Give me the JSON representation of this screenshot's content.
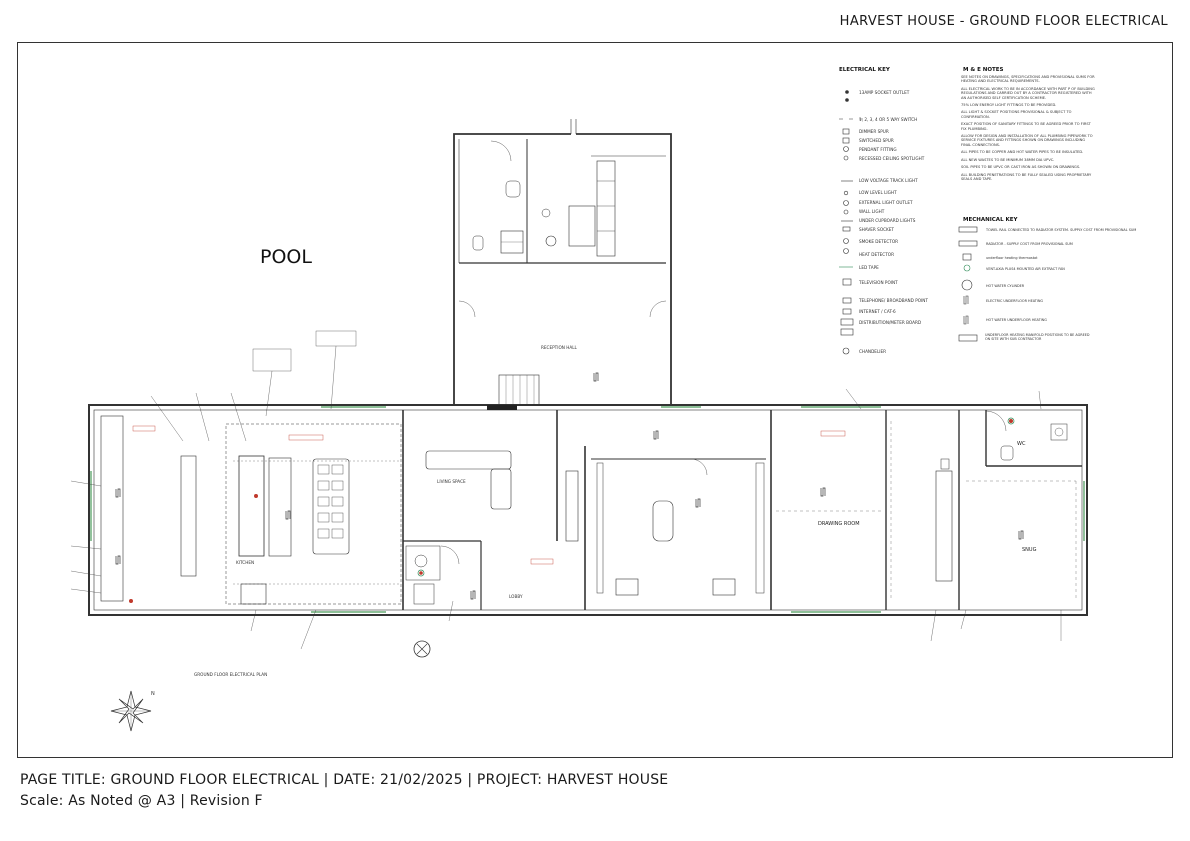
{
  "sheet": {
    "title": "HARVEST HOUSE - GROUND FLOOR ELECTRICAL",
    "footer_line1": "PAGE TITLE: GROUND FLOOR ELECTRICAL | DATE: 21/02/2025 | PROJECT: HARVEST HOUSE",
    "footer_line2": "Scale: As Noted @ A3 | Revision F"
  },
  "plan": {
    "pool_label": "POOL",
    "rooms": {
      "reception_hall": "RECEPTION HALL",
      "kitchen": "KITCHEN",
      "living_space": "LIVING SPACE",
      "drawing_room": "DRAWING ROOM",
      "snug": "SNUG",
      "wc": "WC",
      "lobby": "LOBBY"
    },
    "plan_caption": "GROUND FLOOR ELECTRICAL PLAN",
    "north": "N"
  },
  "electrical_key": {
    "heading": "ELECTRICAL KEY",
    "items": [
      "13AMP SOCKET OUTLET",
      "1, 2, 3, 4 OR 5 WAY SWITCH",
      "DIMMER SPUR",
      "SWITCHED SPUR",
      "PENDANT FITTING",
      "RECESSED CEILING SPOTLIGHT",
      "LOW VOLTAGE TRACK LIGHT",
      "LOW LEVEL LIGHT",
      "EXTERNAL LIGHT OUTLET",
      "WALL LIGHT",
      "UNDER CUPBOARD LIGHTS",
      "SHAVER SOCKET",
      "SMOKE DETECTOR",
      "HEAT DETECTOR",
      "LED TAPE",
      "TELEVISION POINT",
      "TELEPHONE/ BROADBAND POINT",
      "INTERNET / CAT-6",
      "DISTRIBUTION/METER BOARD",
      "CHANDELIER"
    ]
  },
  "me_notes": {
    "heading": "M & E NOTES",
    "items": [
      "SEE NOTES ON DRAWINGS, SPECIFICATIONS AND PROVISIONAL SUMS FOR HEATING AND ELECTRICAL REQUIREMENTS.",
      "ALL ELECTRICAL WORK TO BE IN ACCORDANCE WITH PART P OF BUILDING REGULATIONS AND CARRIED OUT BY A CONTRACTOR REGISTERED WITH AN AUTHORISED SELF CERTIFICATION SCHEME.",
      "75% LOW ENERGY LIGHT FITTINGS TO BE PROVIDED.",
      "ALL LIGHT & SOCKET POSITIONS PROVISIONAL & SUBJECT TO CONFIRMATION.",
      "EXACT POSITION OF SANITARY FITTINGS TO BE AGREED PRIOR TO FIRST FIX PLUMBING.",
      "ALLOW FOR DESIGN AND INSTALLATION OF ALL PLUMBING PIPEWORK TO SERVICE FIXTURES AND FITTINGS SHOWN ON DRAWINGS INCLUDING FINAL CONNECTIONS.",
      "ALL PIPES TO BE COPPER AND HOT WATER PIPES TO BE INSULATED.",
      "ALL NEW WASTES TO BE MINIMUM 38MM DIA UPVC.",
      "SOIL PIPES TO BE UPVC OR CAST IRON AS SHOWN ON DRAWINGS.",
      "ALL BUILDING PENETRATIONS TO BE FULLY SEALED USING PROPRIETARY SEALS AND TAPE."
    ]
  },
  "mechanical_key": {
    "heading": "MECHANICAL KEY",
    "items": [
      "TOWEL RAIL CONNECTED TO RADIATOR SYSTEM. SUPPLY COST FROM PROVISIONAL SUM",
      "RADIATOR - SUPPLY COST FROM PROVISIONAL SUM",
      "underfloor heating thermostat",
      "VENT-AXIA PLUS4 MOUNTED AIR EXTRACT FAN",
      "HOT WATER CYLINDER",
      "ELECTRIC UNDERFLOOR HEATING",
      "HOT WATER UNDERFLOOR HEATING",
      "UNDERFLOOR HEATING MANIFOLD POSITIONS TO BE AGREED ON SITE WITH SUB CONTRACTOR"
    ]
  }
}
